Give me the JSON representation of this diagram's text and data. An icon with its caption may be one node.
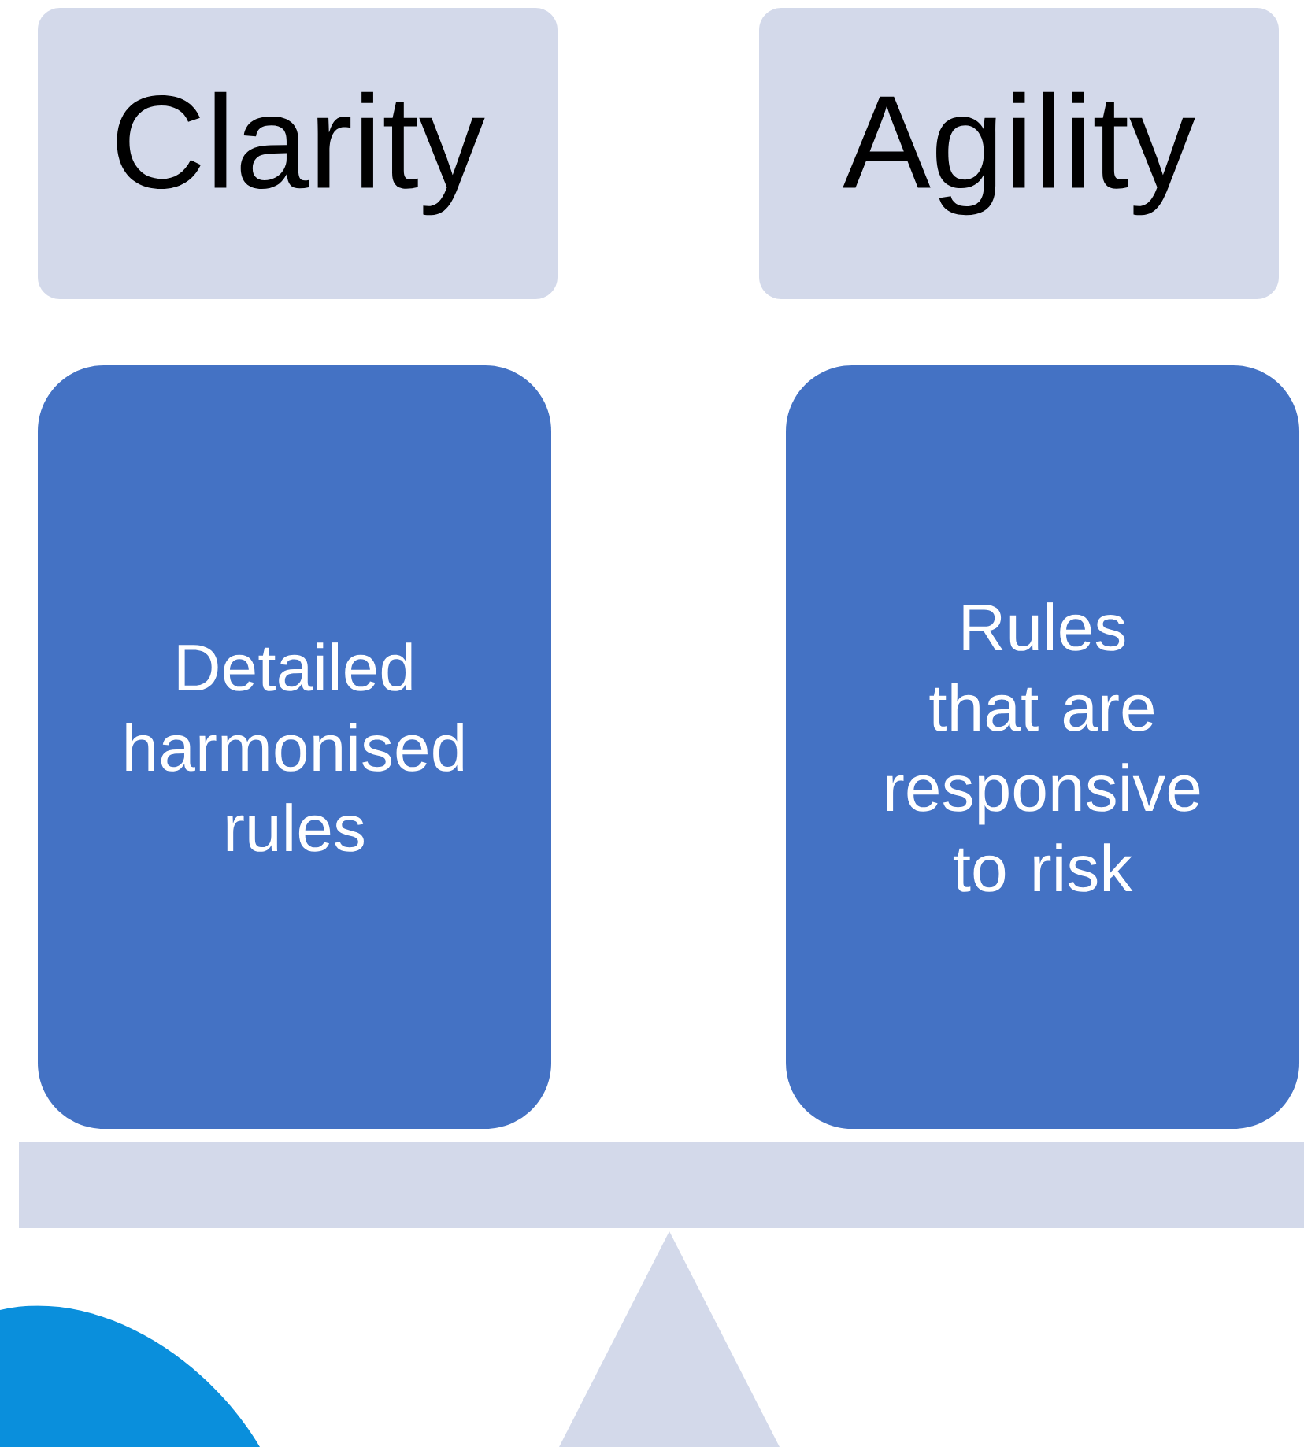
{
  "diagram": {
    "nodes": [
      {
        "text": [
          "Clarity"
        ]
      },
      {
        "text": [
          "Agility"
        ]
      },
      {
        "text": [
          "Detailed harmonised rules"
        ]
      },
      {
        "text": [
          "Rules that are responsive to risk"
        ]
      }
    ]
  }
}
